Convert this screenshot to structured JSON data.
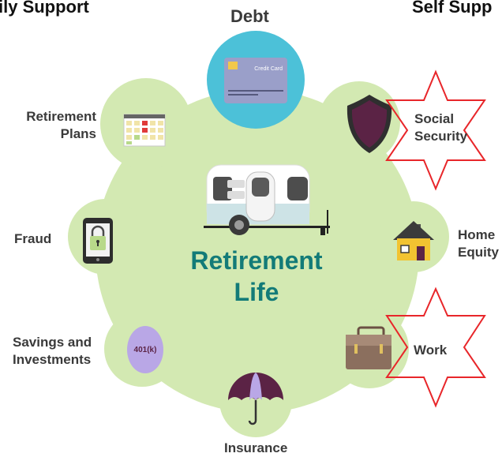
{
  "header_left_fragment": "ily Support",
  "header_right_fragment": "Self Supp",
  "center": {
    "title_line1": "Retirement",
    "title_line2": "Life"
  },
  "topics": {
    "debt": "Debt",
    "social_security_line1": "Social",
    "social_security_line2": "Security",
    "home_equity_line1": "Home",
    "home_equity_line2": "Equity",
    "work": "Work",
    "insurance": "Insurance",
    "savings_line1": "Savings and",
    "savings_line2": "Investments",
    "fraud": "Fraud",
    "retirement_plans_line1": "Retirement",
    "retirement_plans_line2": "Plans"
  },
  "icon_text": {
    "credit_card": "Credit Card",
    "egg": "401(k)"
  },
  "colors": {
    "bubble": "#d3e9b2",
    "title": "#137b78",
    "star_outline": "#e8262a",
    "card_circle": "#4cc1d8",
    "shield": "#5b2345",
    "egg": "#b9a7e6"
  }
}
